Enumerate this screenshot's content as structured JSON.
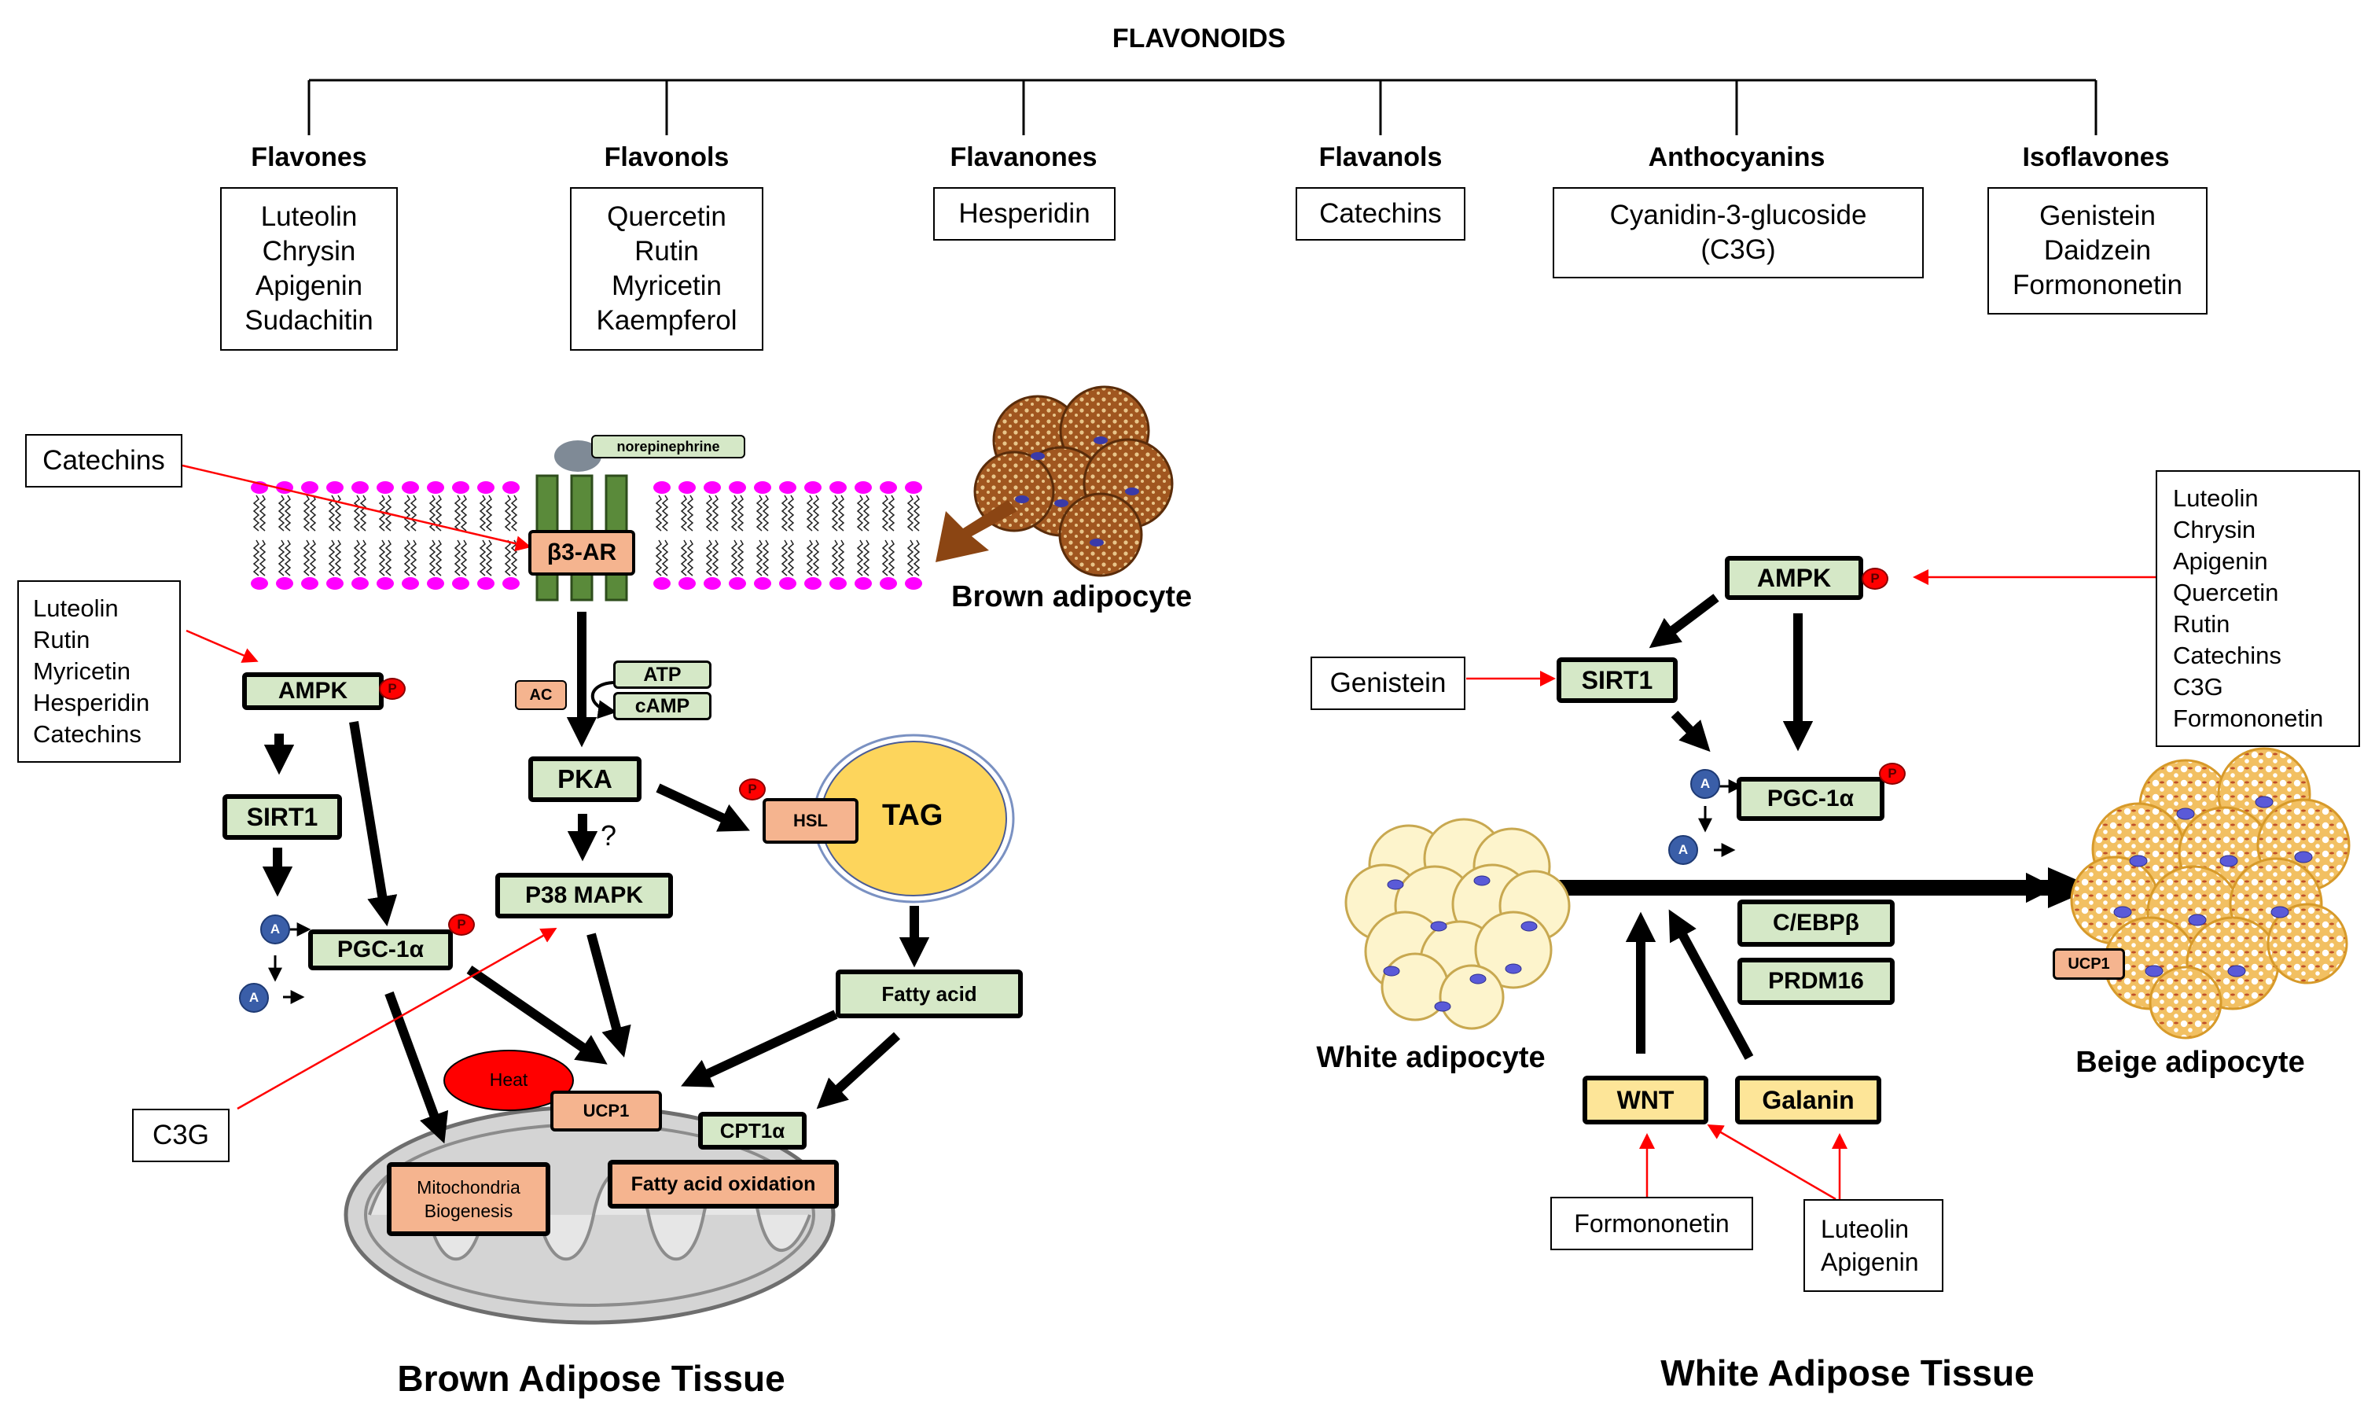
{
  "title": "FLAVONOIDS",
  "classes": [
    {
      "name": "Flavones",
      "compounds": [
        "Luteolin",
        "Chrysin",
        "Apigenin",
        "Sudachitin"
      ]
    },
    {
      "name": "Flavonols",
      "compounds": [
        "Quercetin",
        "Rutin",
        "Myricetin",
        "Kaempferol"
      ]
    },
    {
      "name": "Flavanones",
      "compounds": [
        "Hesperidin"
      ]
    },
    {
      "name": "Flavanols",
      "compounds": [
        "Catechins"
      ]
    },
    {
      "name": "Anthocyanins",
      "compounds": [
        "Cyanidin-3-glucoside",
        "(C3G)"
      ]
    },
    {
      "name": "Isoflavones",
      "compounds": [
        "Genistein",
        "Daidzein",
        "Formononetin"
      ]
    }
  ],
  "brown": {
    "title": "Brown Adipose Tissue",
    "cell_label": "Brown adipocyte",
    "receptor": "β3-AR",
    "ligand": "norepinephrine",
    "ac": "AC",
    "atp": "ATP",
    "camp": "cAMP",
    "pka": "PKA",
    "hsl": "HSL",
    "tag": "TAG",
    "p38": "P38 MAPK",
    "question": "?",
    "fatty_acid": "Fatty acid",
    "ampk": "AMPK",
    "sirt1": "SIRT1",
    "pgc": "PGC-1α",
    "heat": "Heat",
    "ucp1": "UCP1",
    "cpt1": "CPT1α",
    "mito": [
      "Mitochondria",
      "Biogenesis"
    ],
    "fao": "Fatty acid oxidation",
    "box_catechins": [
      "Catechins"
    ],
    "box_list": [
      "Luteolin",
      "Rutin",
      "Myricetin",
      "Hesperidin",
      "Catechins"
    ],
    "box_c3g": [
      "C3G"
    ]
  },
  "white": {
    "title": "White Adipose Tissue",
    "white_label": "White adipocyte",
    "beige_label": "Beige adipocyte",
    "ampk": "AMPK",
    "sirt1": "SIRT1",
    "pgc": "PGC-1α",
    "cebp": "C/EBPβ",
    "prdm16": "PRDM16",
    "wnt": "WNT",
    "galanin": "Galanin",
    "ucp1": "UCP1",
    "box_list": [
      "Luteolin",
      "Chrysin",
      "Apigenin",
      "Quercetin",
      "Rutin",
      "Catechins",
      "C3G",
      "Formononetin"
    ],
    "box_genistein": [
      "Genistein"
    ],
    "box_formononetin": [
      "Formononetin"
    ],
    "box_lut_api": [
      "Luteolin",
      "Apigenin"
    ]
  },
  "badges": {
    "p": "P",
    "a": "A"
  },
  "colors": {
    "node_green": "#d5e8c7",
    "node_salmon": "#f5b48f",
    "node_yellow": "#fde598",
    "receptor_green": "#5a8a3a",
    "membrane_head": "#ff00ff",
    "arrow_red": "#ff0000",
    "heat_red": "#ff0000",
    "brown_arrow": "#8b4513",
    "tag_fill": "#fdd55c",
    "mito_fill": "#d4d4d4"
  }
}
